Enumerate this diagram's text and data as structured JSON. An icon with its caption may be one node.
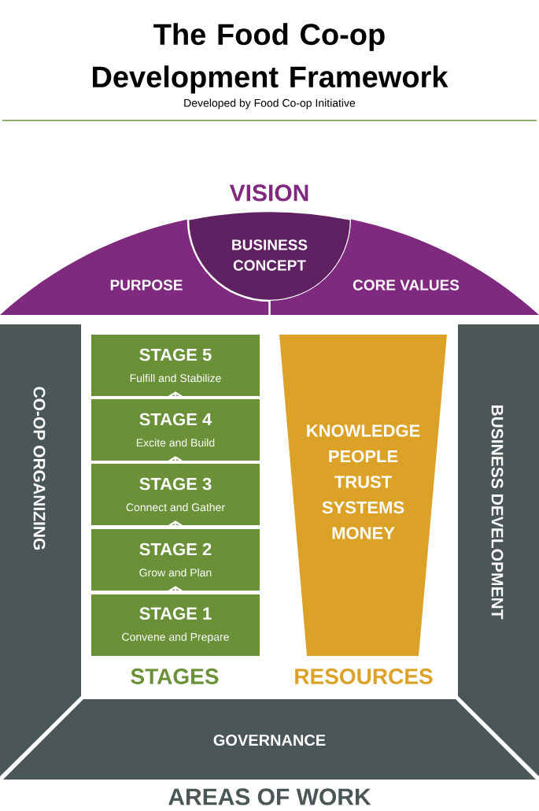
{
  "diagram": {
    "title": "The Food Co-op Development Framework",
    "nodes": [
      {
        "text": [
          "PURPOSE"
        ]
      },
      {
        "text": [
          "BUSINESS CONCEPT"
        ]
      },
      {
        "text": [
          "CORE VALUES"
        ]
      },
      {
        "text": [
          "CO-OP ORGANIZING"
        ]
      },
      {
        "text": [
          "STAGE 5",
          "Fulfill and Stabilize"
        ]
      },
      {
        "text": [
          "STAGE 4",
          "Excite and Build"
        ]
      },
      {
        "text": [
          "STAGE 3",
          "Connect and Gather"
        ]
      },
      {
        "text": [
          "STAGE 2",
          "Grow and Plan"
        ]
      },
      {
        "text": [
          "STAGE 1",
          "Convene and Prepare"
        ]
      },
      {
        "text": [
          "KNOWLEDGE",
          "PEOPLE",
          "TRUST",
          "SYSTEMS",
          "MONEY"
        ]
      },
      {
        "text": [
          "BUSINESS DEVELOPMENT"
        ]
      },
      {
        "text": [
          "GOVERNANCE"
        ]
      }
    ],
    "edges": [
      {
        "from": 8,
        "to": 7,
        "arrow": "to"
      },
      {
        "from": 7,
        "to": 6,
        "arrow": "to"
      },
      {
        "from": 6,
        "to": 5,
        "arrow": "to"
      },
      {
        "from": 5,
        "to": 4,
        "arrow": "to"
      }
    ],
    "labels": [
      "Developed by Food Co-op Initiative",
      "VISION",
      "STAGES",
      "RESOURCES",
      "AREAS OF WORK"
    ]
  }
}
